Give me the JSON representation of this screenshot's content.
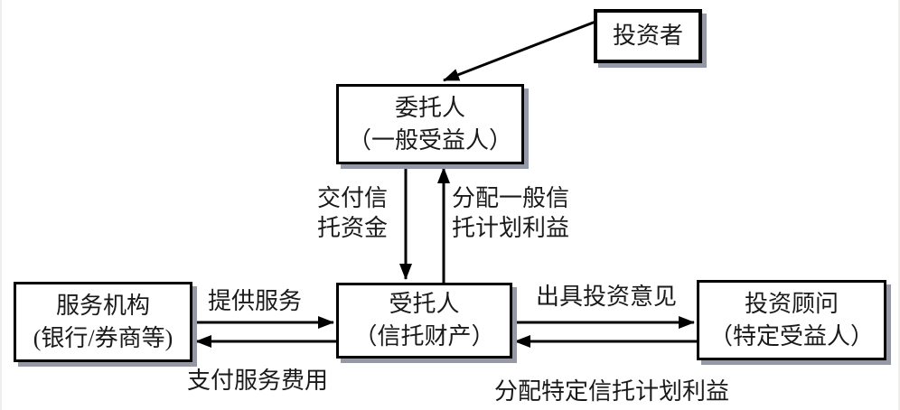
{
  "diagram_type": "trust-structure-flowchart",
  "nodes": {
    "investor": {
      "label": "投资者"
    },
    "trustor": {
      "line1": "委托人",
      "line2": "（一般受益人）"
    },
    "trustee": {
      "line1": "受托人",
      "line2": "（信托财产）"
    },
    "service_provider": {
      "line1": "服务机构",
      "line2": "(银行/券商等)"
    },
    "advisor": {
      "line1": "投资顾问",
      "line2": "（特定受益人）"
    }
  },
  "edges": {
    "investor_to_trustor": {
      "label": ""
    },
    "deliver_trust_funds": {
      "line1": "交付信",
      "line2": "托资金"
    },
    "distribute_general_benefits": {
      "line1": "分配一般信",
      "line2": "托计划利益"
    },
    "provide_services": {
      "label": "提供服务"
    },
    "pay_service_fees": {
      "label": "支付服务费用"
    },
    "issue_investment_advice": {
      "label": "出具投资意见"
    },
    "distribute_specific_benefits": {
      "label": "分配特定信托计划利益"
    }
  },
  "colors": {
    "line": "#000000",
    "border": "#000000",
    "shadow": "#9598a6",
    "background": "#ffffff",
    "text": "#1a1a1a"
  }
}
